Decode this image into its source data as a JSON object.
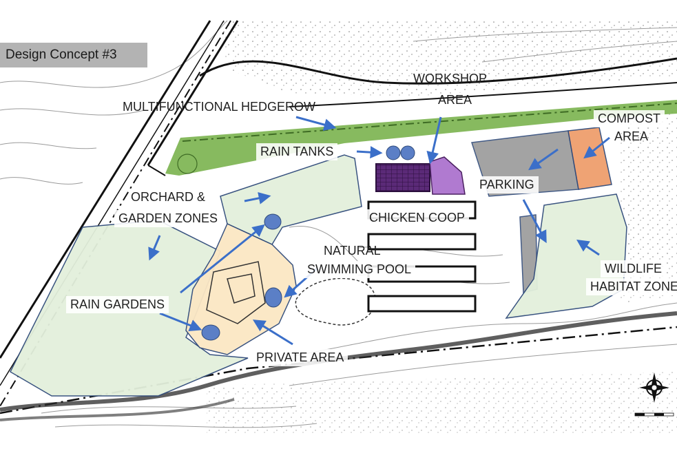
{
  "title": "Design Concept #3",
  "colors": {
    "hedgerow": "#7ab24e",
    "garden_zone": "#e3f0dc",
    "private_area": "#fbe7c4",
    "parking": "#9a9a9a",
    "compost": "#ef9f6d",
    "workshop": "#b07ad0",
    "chicken_coop": "#5b2a78",
    "rain_features": "#5b7fc6",
    "arrow": "#3b6fc9",
    "title_badge": "#b3b3b3"
  },
  "labels": {
    "hedgerow": "MULTIFUNCTIONAL HEDGEROW",
    "workshop_1": "WORKSHOP",
    "workshop_2": "AREA",
    "compost_1": "COMPOST",
    "compost_2": "AREA",
    "rain_tanks": "RAIN TANKS",
    "parking": "PARKING",
    "orchard_1": "ORCHARD &",
    "orchard_2": "GARDEN ZONES",
    "chicken_coop": "CHICKEN COOP",
    "pool_1": "NATURAL",
    "pool_2": "SWIMMING POOL",
    "wildlife_1": "WILDLIFE",
    "wildlife_2": "HABITAT ZONE",
    "rain_gardens": "RAIN GARDENS",
    "private_area": "PRIVATE AREA"
  },
  "icons": [
    "compass-rose-icon",
    "scale-bar-icon"
  ]
}
